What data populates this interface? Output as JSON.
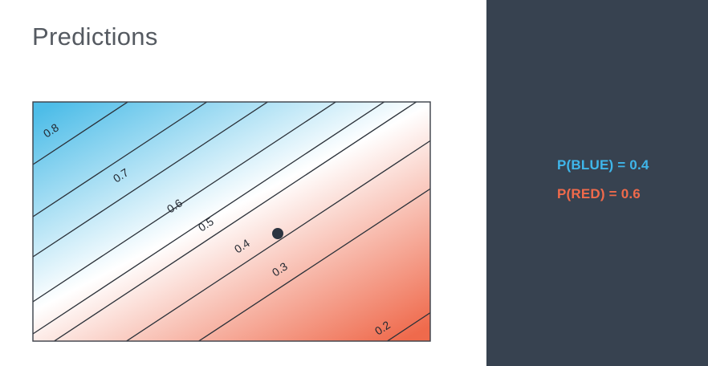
{
  "header": {
    "title": "Predictions"
  },
  "plot": {
    "colors": {
      "blue_end": "#4ebde8",
      "white_mid": "#ffffff",
      "red_end": "#ef6a4c",
      "line": "#2a3038",
      "border": "#3a3f47"
    },
    "contour_labels": [
      "0.8",
      "0.7",
      "0.6",
      "0.5",
      "0.4",
      "0.3",
      "0.2"
    ]
  },
  "panel": {
    "background": "#374250",
    "blue_text": "P(BLUE) = 0.4",
    "red_text": "P(RED) = 0.6",
    "blue_color": "#3fb6ea",
    "red_color": "#f06a4b"
  }
}
